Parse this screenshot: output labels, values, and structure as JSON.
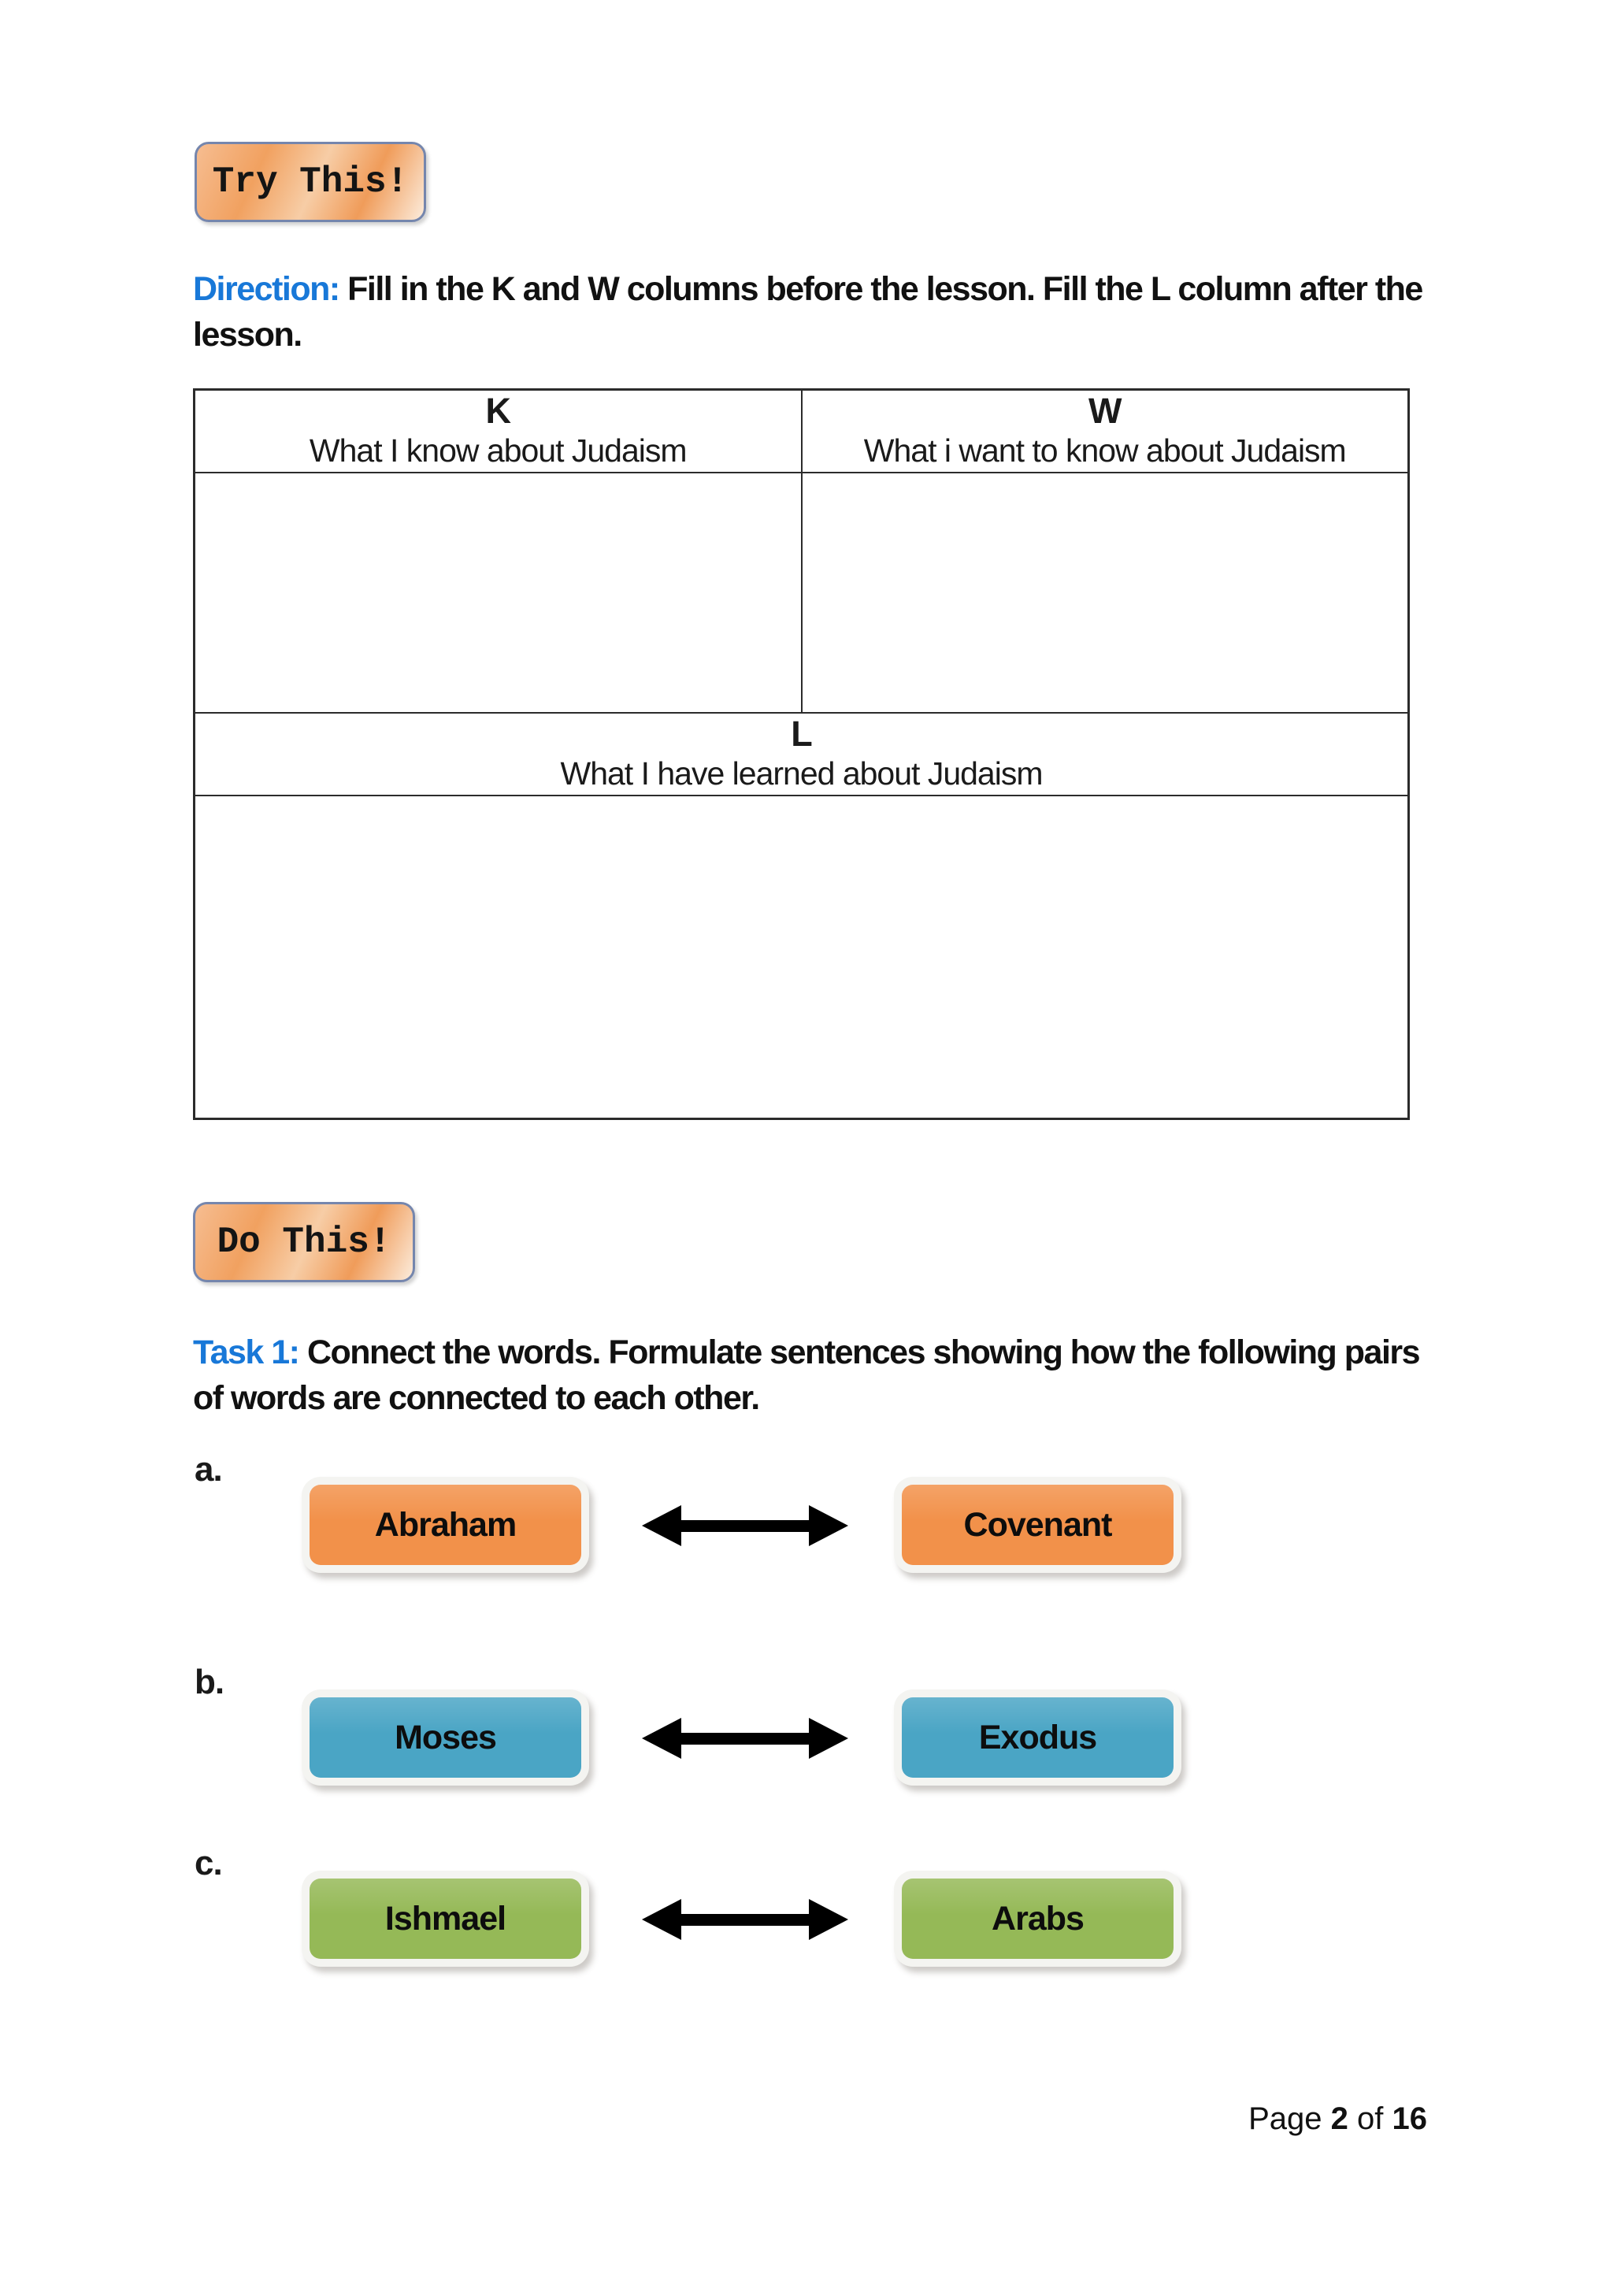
{
  "badges": {
    "try_this": "Try This!",
    "do_this": "Do This!"
  },
  "direction": {
    "label": "Direction:",
    "text": "Fill in the K and W columns before the lesson. Fill the L column after the lesson."
  },
  "kwl_table": {
    "k": {
      "letter": "K",
      "subtitle": "What I know about Judaism"
    },
    "w": {
      "letter": "W",
      "subtitle": "What i want to know about Judaism"
    },
    "l": {
      "letter": "L",
      "subtitle": "What I have learned about Judaism"
    }
  },
  "task1": {
    "label": "Task 1:",
    "text": "Connect the words. Formulate sentences showing how the following pairs of words are connected to each other."
  },
  "pairs": [
    {
      "letter": "a.",
      "left": "Abraham",
      "right": "Covenant",
      "color": "#F2914A"
    },
    {
      "letter": "b.",
      "left": "Moses",
      "right": "Exodus",
      "color": "#4AA5C5"
    },
    {
      "letter": "c.",
      "left": "Ishmael",
      "right": "Arabs",
      "color": "#95B957"
    }
  ],
  "footer": {
    "prefix": "Page",
    "page_number": "2",
    "of": "of",
    "page_total": "16"
  },
  "colors": {
    "accent_blue_text": "#1878d8",
    "badge_border": "#7586ad",
    "badge_orange": "#f1a160",
    "table_border": "#2b2b2b",
    "pair_orange": "#F2914A",
    "pair_blue": "#4AA5C5",
    "pair_green": "#95B957"
  }
}
